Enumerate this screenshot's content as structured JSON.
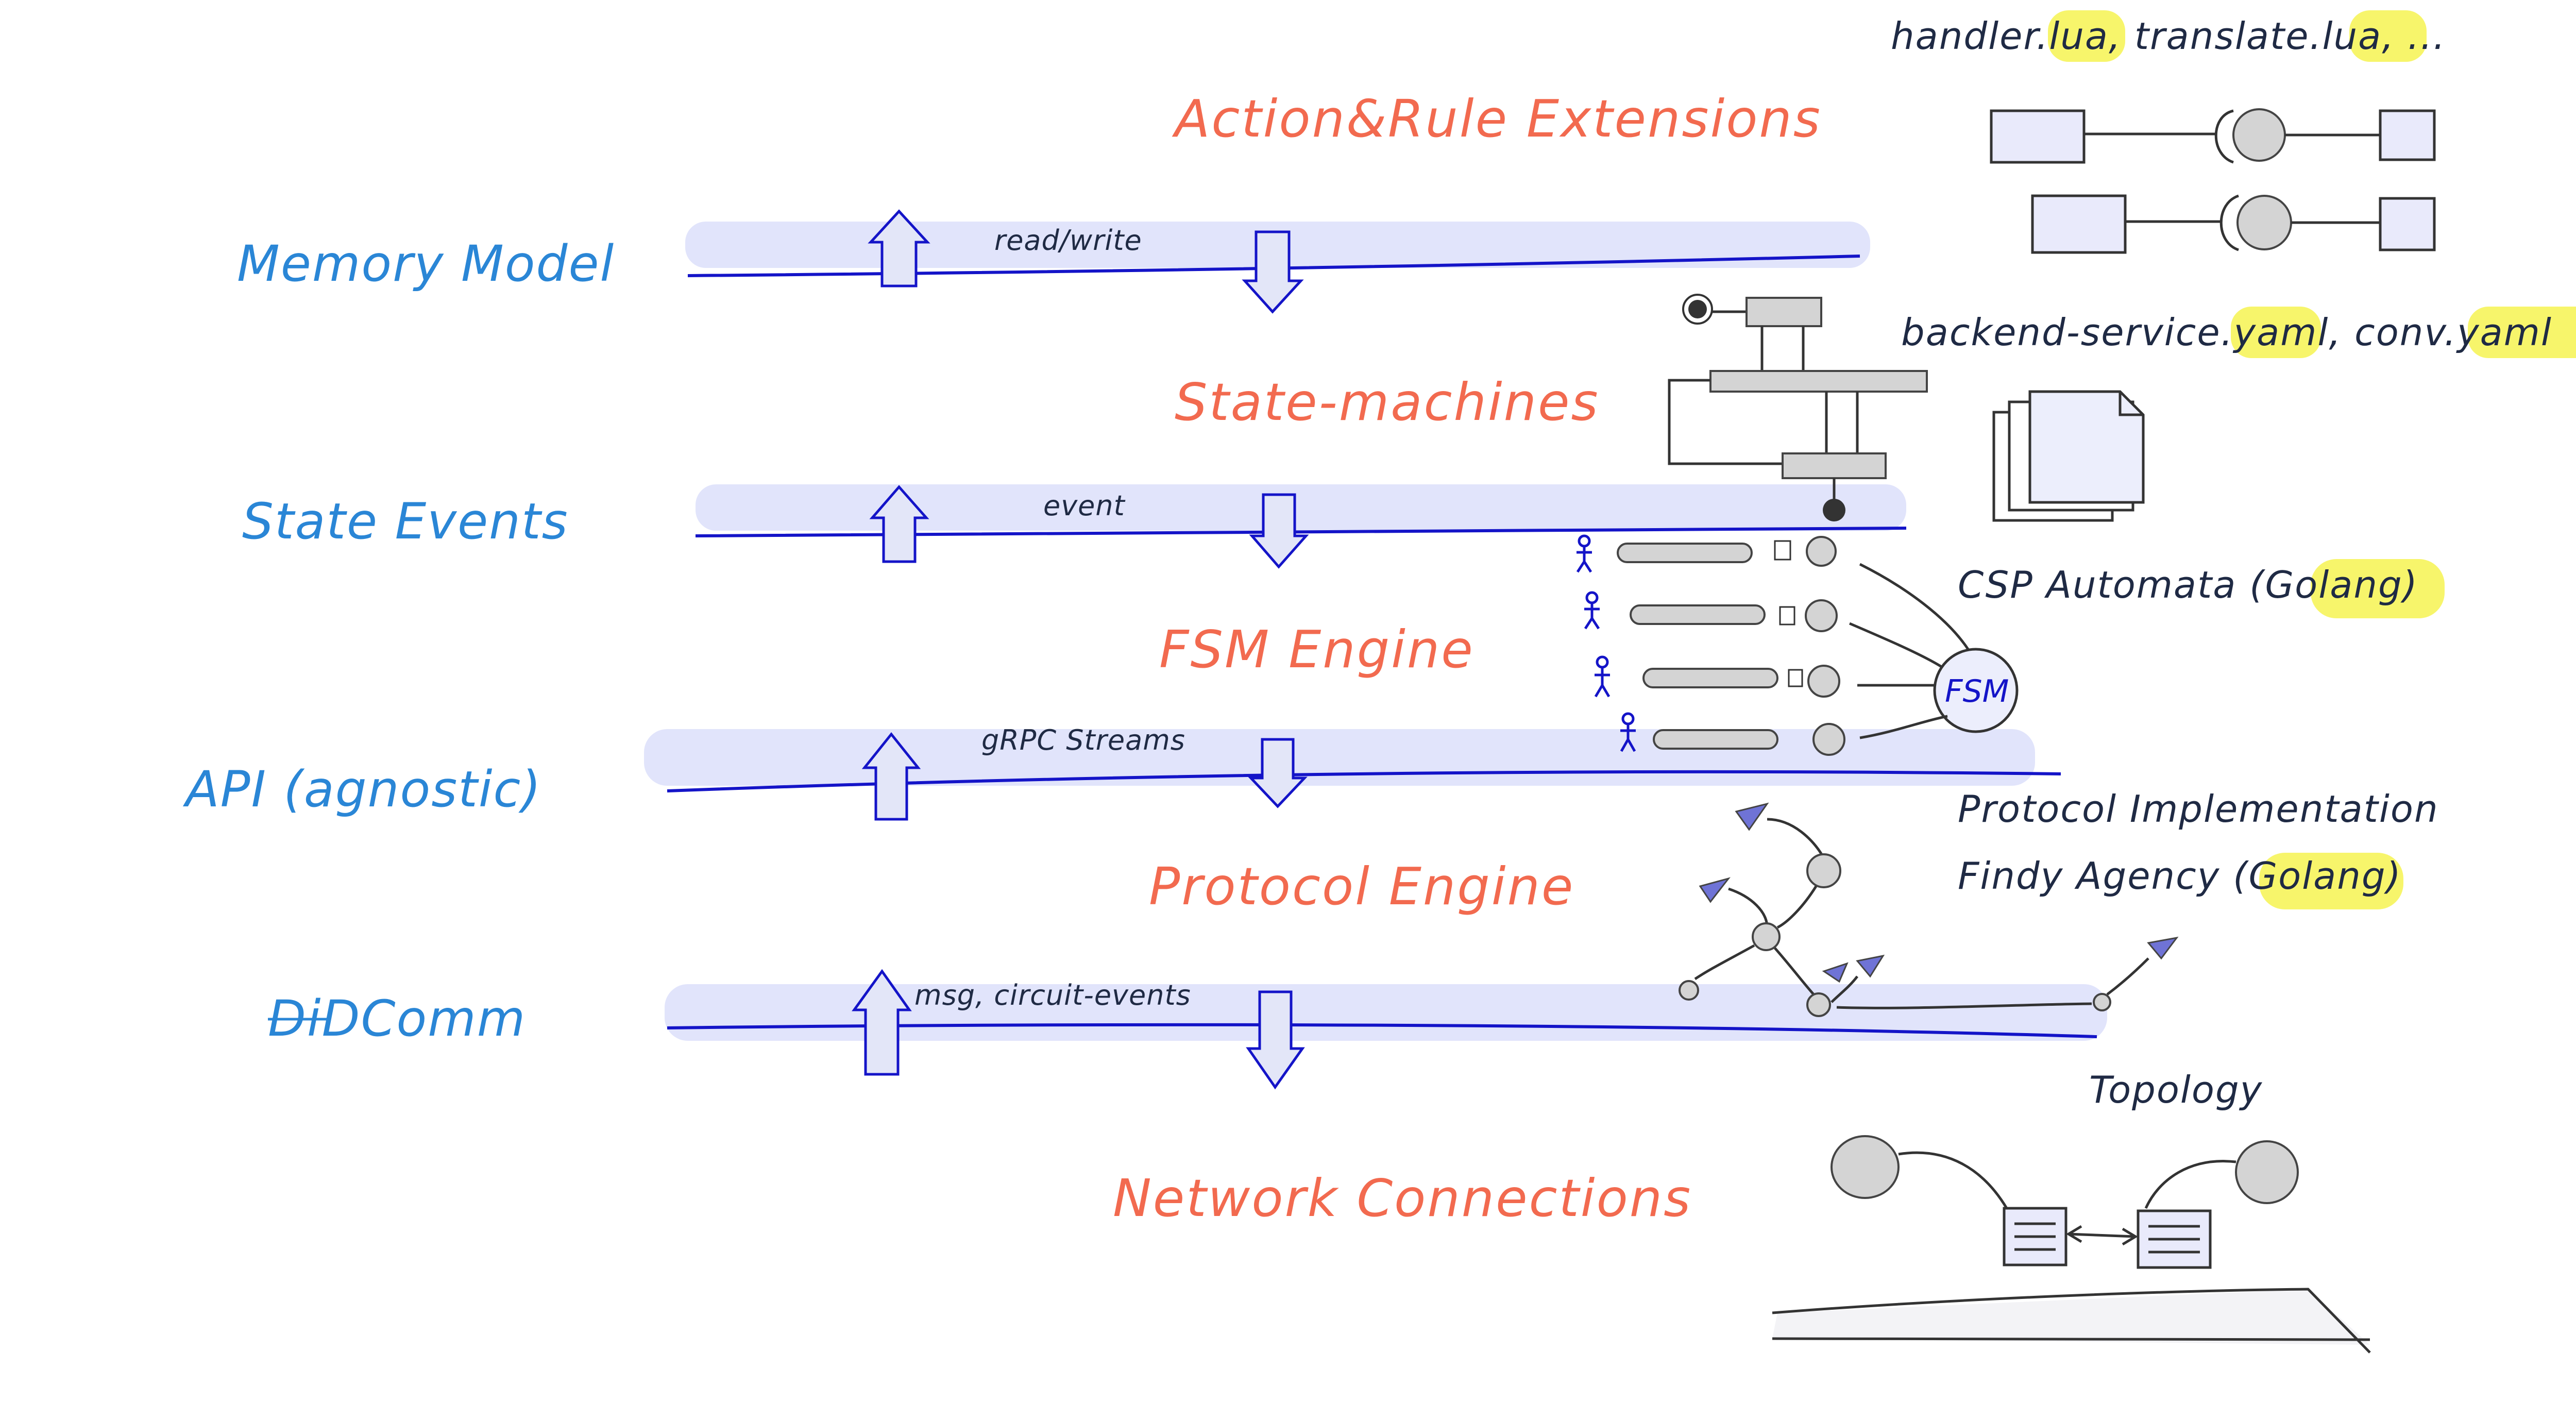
{
  "layers": [
    {
      "id": "memory-model",
      "label": "Memory Model"
    },
    {
      "id": "state-events",
      "label": "State Events"
    },
    {
      "id": "api",
      "label": "API (agnostic)"
    },
    {
      "id": "didcomm",
      "label": "DiDComm"
    }
  ],
  "components": [
    {
      "id": "extensions",
      "label": "Action&Rule Extensions"
    },
    {
      "id": "state-machines",
      "label": "State-machines"
    },
    {
      "id": "fsm-engine",
      "label": "FSM Engine"
    },
    {
      "id": "protocol-engine",
      "label": "Protocol Engine"
    },
    {
      "id": "network",
      "label": "Network Connections"
    }
  ],
  "bus_labels": {
    "memory": "read/write",
    "events": "event",
    "api": "gRPC Streams",
    "didcomm": "msg, circuit-events"
  },
  "notes": {
    "handlers": {
      "parts": [
        {
          "text": "handler",
          "hl": false
        },
        {
          "text": ".lua",
          "hl": true
        },
        {
          "text": ", translate",
          "hl": false
        },
        {
          "text": ".lua",
          "hl": true
        },
        {
          "text": ", ...",
          "hl": false
        }
      ]
    },
    "configs": {
      "parts": [
        {
          "text": "backend-service",
          "hl": false
        },
        {
          "text": ".yaml",
          "hl": true
        },
        {
          "text": ", conv",
          "hl": false
        },
        {
          "text": ".yaml",
          "hl": true
        }
      ]
    },
    "csp_prefix": "CSP Automata (",
    "csp_golang": "Golang",
    "csp_suffix": ")",
    "protocol_impl": "Protocol Implementation",
    "findy_prefix": "Findy Agency (",
    "findy_golang": "Golang",
    "findy_suffix": ")",
    "topology": "Topology",
    "fsm_node": "FSM"
  },
  "colors": {
    "layer_text": "#2a86d6",
    "component_text": "#f26a4f",
    "bus_line": "#1414c8",
    "highlight": "#f4f23a"
  }
}
